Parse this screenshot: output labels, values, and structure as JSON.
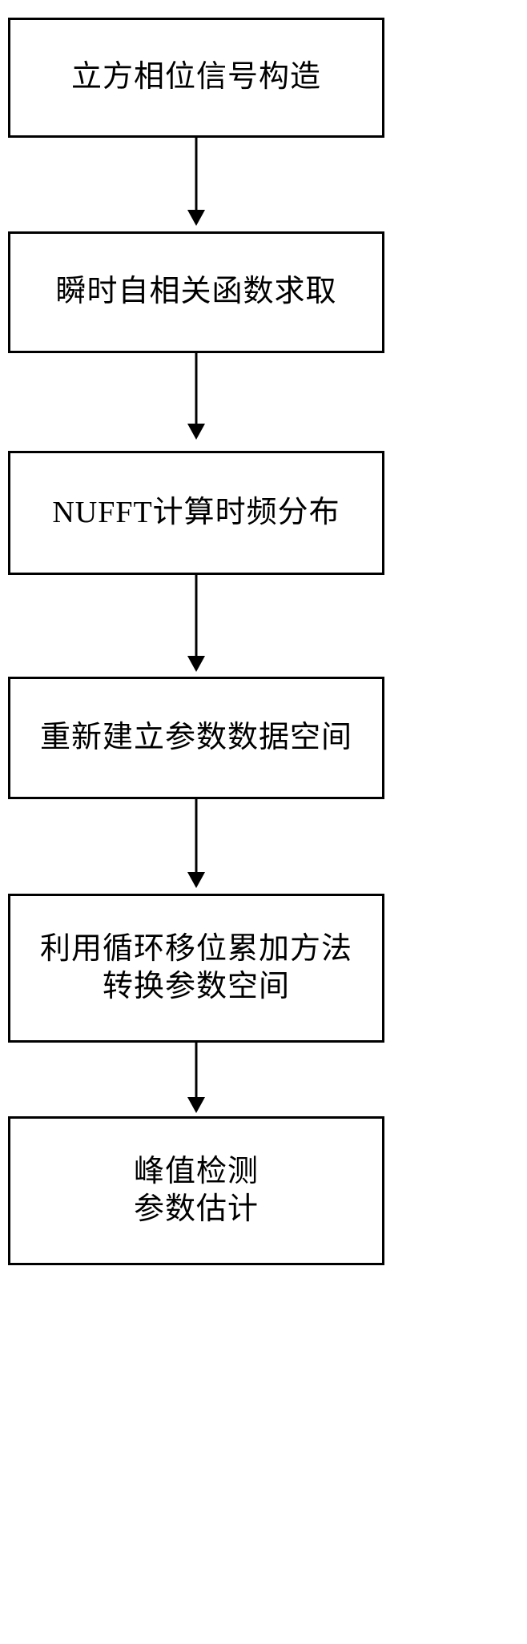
{
  "diagram": {
    "type": "flowchart",
    "orientation": "vertical",
    "colors": {
      "stroke": "#000000",
      "fill": "#ffffff",
      "text": "#000000"
    },
    "nodes": [
      {
        "id": "n1",
        "label": "立方相位信号构造"
      },
      {
        "id": "n2",
        "label": "瞬时自相关函数求取"
      },
      {
        "id": "n3",
        "label": "NUFFT计算时频分布"
      },
      {
        "id": "n4",
        "label": "重新建立参数数据空间"
      },
      {
        "id": "n5",
        "label": "利用循环移位累加方法\n转换参数空间"
      },
      {
        "id": "n6",
        "label": "峰值检测\n参数估计"
      }
    ],
    "edges": [
      {
        "from": "n1",
        "to": "n2",
        "arrow": "down"
      },
      {
        "from": "n2",
        "to": "n3",
        "arrow": "down"
      },
      {
        "from": "n3",
        "to": "n4",
        "arrow": "down"
      },
      {
        "from": "n4",
        "to": "n5",
        "arrow": "down"
      },
      {
        "from": "n5",
        "to": "n6",
        "arrow": "down"
      }
    ]
  }
}
